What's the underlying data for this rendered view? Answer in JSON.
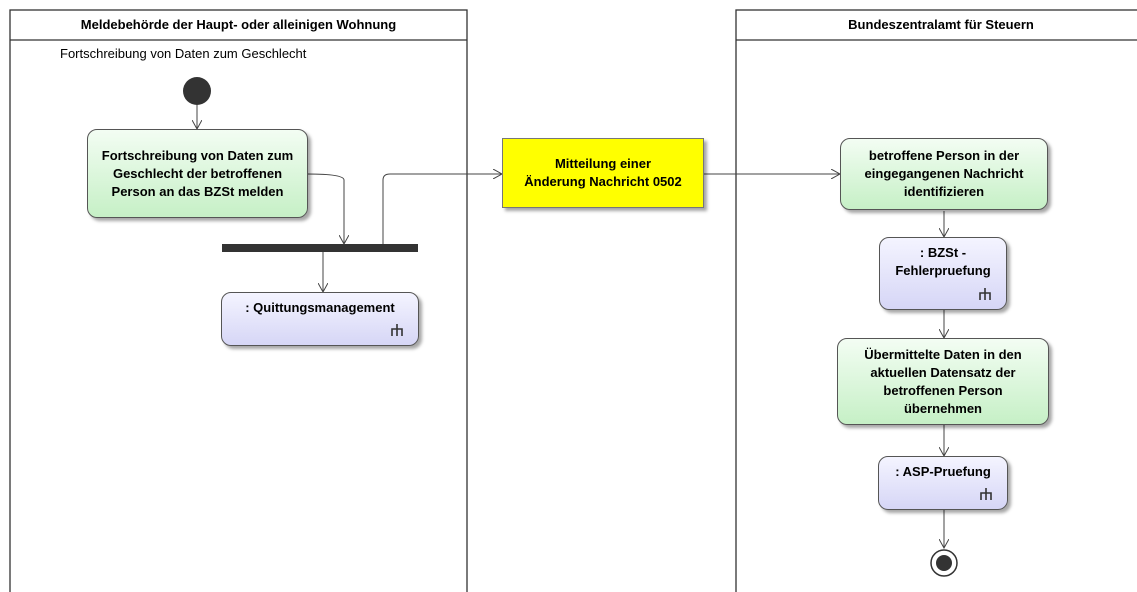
{
  "lanes": {
    "left": {
      "title": "Meldebehörde der Haupt- oder alleinigen Wohnung"
    },
    "right": {
      "title": "Bundeszentralamt für Steuern"
    }
  },
  "subtitle": "Fortschreibung von Daten zum Geschlecht",
  "nodes": {
    "action_report": "Fortschreibung von Daten zum Geschlecht der betroffenen Person an das BZSt melden",
    "call_quittung": ": Quittungsmanagement",
    "message_0502": "Mitteilung einer Änderung Nachricht 0502",
    "action_identify": "betroffene Person in der eingegangenen Nachricht identifizieren",
    "call_fehler": ": BZSt - Fehlerpruefung",
    "action_uebernehmen": "Übermittelte Daten in den aktuellen Datensatz der betroffenen Person übernehmen",
    "call_asp": ": ASP-Pruefung"
  },
  "colors": {
    "action_fill": "#c6f0c6",
    "call_fill": "#d6d6f6",
    "message_fill": "#ffff00",
    "bar": "#333333",
    "initial_node": "#333333"
  },
  "icons": [
    "rake-icon",
    "start-node-icon",
    "end-node-icon"
  ]
}
